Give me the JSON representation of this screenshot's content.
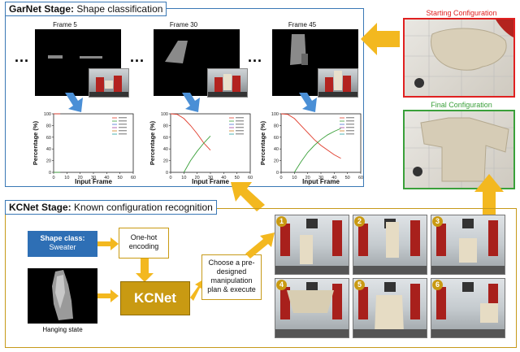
{
  "garnet": {
    "title_bold": "GarNet Stage:",
    "title_rest": " Shape classification",
    "frames": [
      {
        "label": "Frame 5"
      },
      {
        "label": "Frame 30"
      },
      {
        "label": "Frame 45"
      }
    ],
    "dots": "..."
  },
  "chart_data": [
    {
      "type": "line",
      "xlabel": "Input Frame",
      "ylabel": "Percentage (%)",
      "xlim": [
        0,
        60
      ],
      "ylim": [
        0,
        100
      ],
      "xticks": [
        "0",
        "10",
        "20",
        "30",
        "40",
        "50",
        "60"
      ],
      "yticks": [
        "0",
        "20",
        "40",
        "60",
        "80",
        "100"
      ],
      "series": [
        {
          "color": "#e03b2b",
          "x": [
            0,
            5
          ],
          "y": [
            100,
            100
          ]
        },
        {
          "color": "#3aa03a",
          "x": [
            0,
            5
          ],
          "y": [
            0,
            0
          ]
        }
      ]
    },
    {
      "type": "line",
      "xlabel": "Input Frame",
      "ylabel": "Percentage (%)",
      "xlim": [
        0,
        60
      ],
      "ylim": [
        0,
        100
      ],
      "xticks": [
        "0",
        "10",
        "20",
        "30",
        "40",
        "50",
        "60"
      ],
      "yticks": [
        "0",
        "20",
        "40",
        "60",
        "80",
        "100"
      ],
      "series": [
        {
          "color": "#e03b2b",
          "x": [
            0,
            5,
            10,
            15,
            20,
            25,
            30
          ],
          "y": [
            100,
            99,
            92,
            80,
            66,
            50,
            38
          ]
        },
        {
          "color": "#3aa03a",
          "x": [
            10,
            15,
            20,
            25,
            30
          ],
          "y": [
            0,
            20,
            36,
            50,
            62
          ]
        }
      ]
    },
    {
      "type": "line",
      "xlabel": "Input Frame",
      "ylabel": "Percentage (%)",
      "xlim": [
        0,
        60
      ],
      "ylim": [
        0,
        100
      ],
      "xticks": [
        "0",
        "10",
        "20",
        "30",
        "40",
        "50",
        "60"
      ],
      "yticks": [
        "0",
        "20",
        "40",
        "60",
        "80",
        "100"
      ],
      "series": [
        {
          "color": "#e03b2b",
          "x": [
            0,
            5,
            10,
            15,
            20,
            25,
            30,
            35,
            40,
            45
          ],
          "y": [
            100,
            99,
            92,
            80,
            68,
            56,
            46,
            38,
            30,
            24
          ]
        },
        {
          "color": "#3aa03a",
          "x": [
            10,
            15,
            20,
            25,
            30,
            35,
            40,
            45
          ],
          "y": [
            0,
            18,
            34,
            46,
            56,
            64,
            70,
            75
          ]
        }
      ]
    }
  ],
  "configs": {
    "start_label": "Starting Configuration",
    "start_color": "#e02020",
    "final_label": "Final Configuration",
    "final_color": "#3aa03a"
  },
  "kcnet": {
    "title_bold": "KCNet Stage:",
    "title_rest": " Known configuration recognition",
    "shape_class_label": "Shape class:",
    "shape_class_value": "Sweater",
    "onehot_line1": "One-hot",
    "onehot_line2": "encoding",
    "kcnet_label": "KCNet",
    "choose_line1": "Choose a pre-",
    "choose_line2": "designed",
    "choose_line3": "manipulation",
    "choose_line4": "plan & execute",
    "hanging_label": "Hanging state",
    "steps": [
      "1",
      "2",
      "3",
      "4",
      "5",
      "6"
    ]
  },
  "colors": {
    "blue": "#3a78b5",
    "gold": "#c99a12",
    "arrow_blue": "#4a8fd6",
    "arrow_gold": "#f3b81f"
  }
}
